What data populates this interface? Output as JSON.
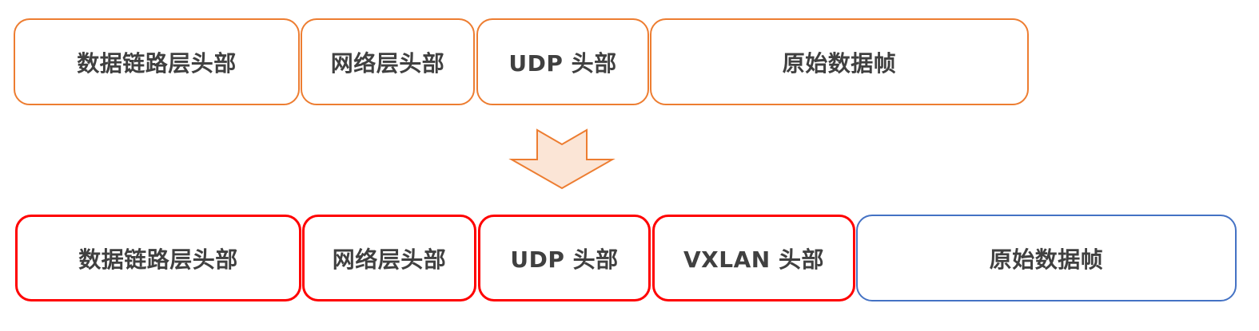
{
  "original_frame": {
    "segments": [
      {
        "label": "数据链路层头部"
      },
      {
        "label": "网络层头部"
      },
      {
        "label": "UDP 头部"
      },
      {
        "label": "原始数据帧"
      }
    ]
  },
  "vxlan_frame": {
    "segments": [
      {
        "label": "数据链路层头部"
      },
      {
        "label": "网络层头部"
      },
      {
        "label": "UDP 头部"
      },
      {
        "label": "VXLAN 头部"
      },
      {
        "label": "原始数据帧"
      }
    ]
  },
  "colors": {
    "original_border": "#ED7D31",
    "vxlan_added_border": "#FF0000",
    "payload_border": "#4472C4",
    "arrow_fill": "#FBE5D6",
    "arrow_stroke": "#ED7D31",
    "text": "#404040"
  },
  "icons": {
    "transform_arrow": "down-arrow-icon"
  }
}
